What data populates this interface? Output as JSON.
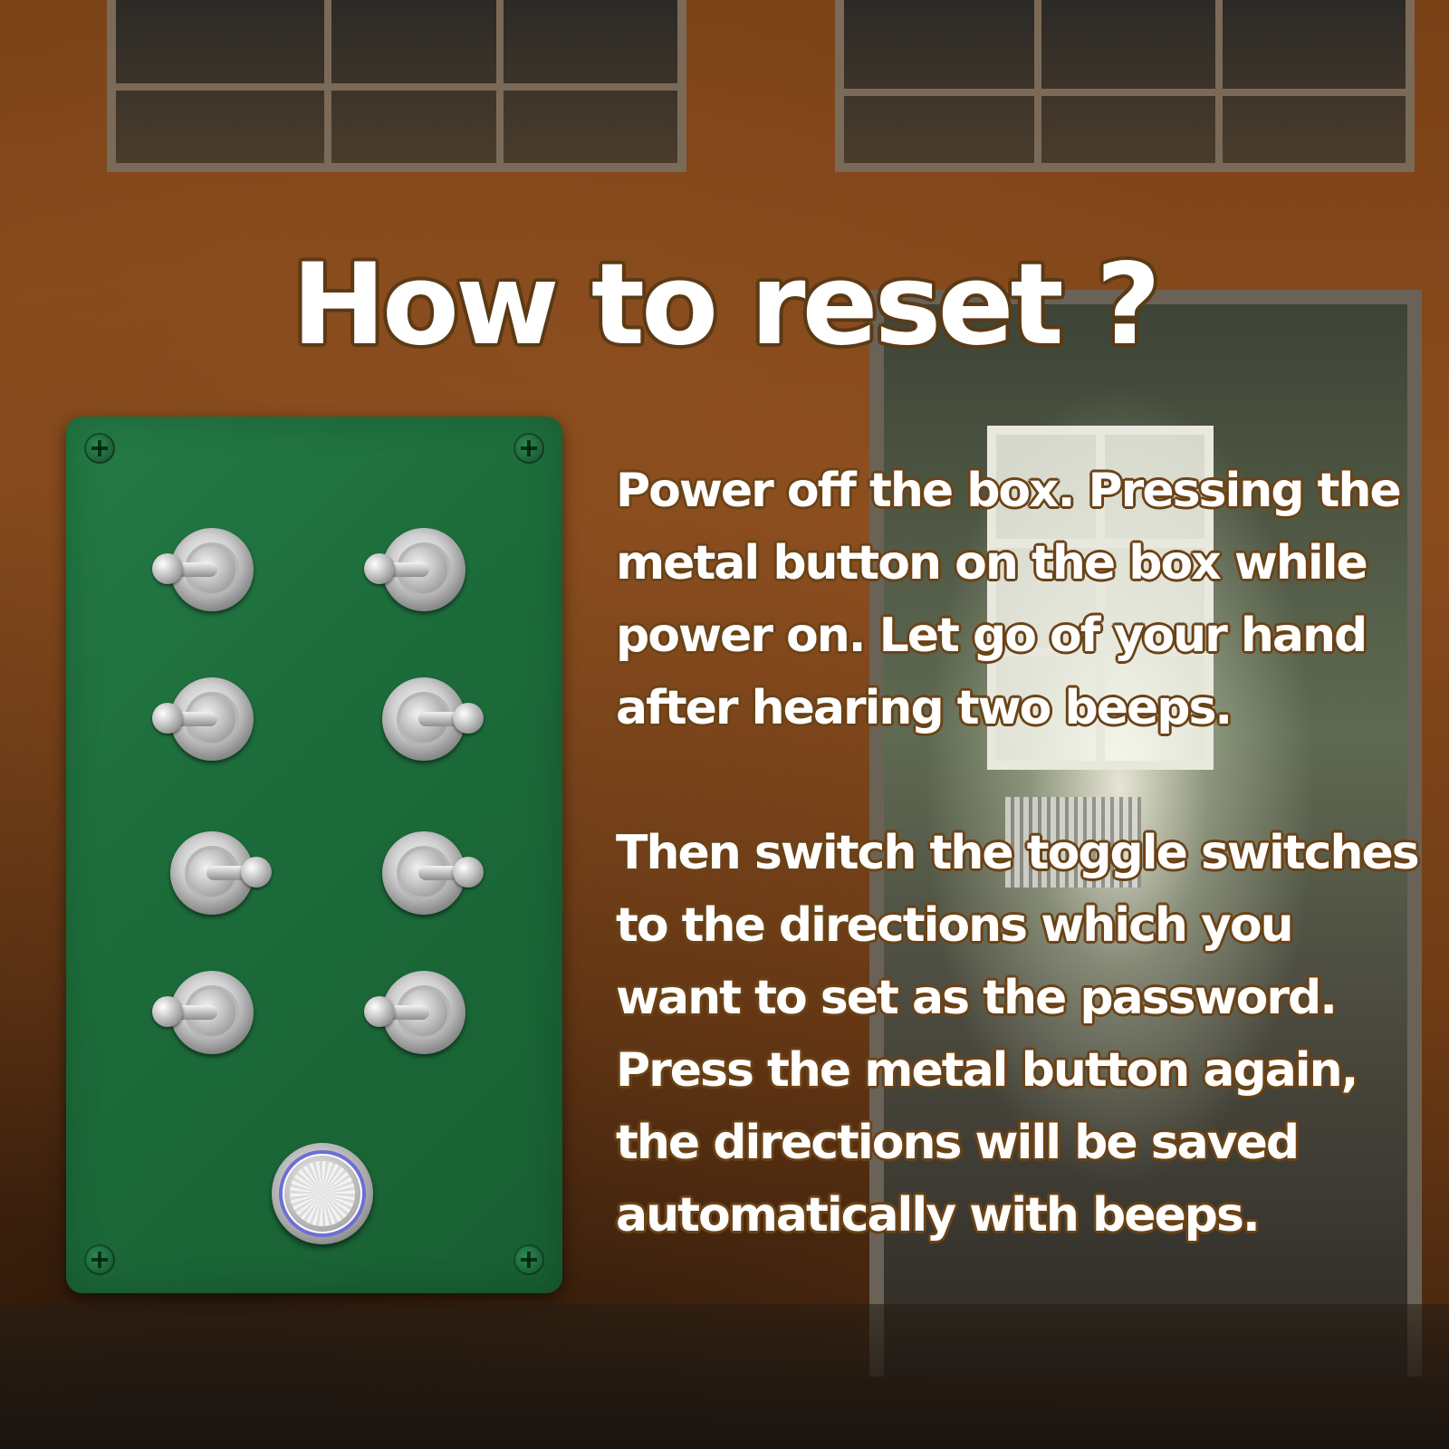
{
  "headline": "How to reset ?",
  "instructions": {
    "paragraph_1": [
      "Power off the box. Pressing the",
      "metal button on the box while",
      "power on. Let go of your hand",
      "after hearing two beeps."
    ],
    "paragraph_2": [
      "Then switch the toggle switches",
      "to the directions which you",
      "want to set as the password.",
      "Press the metal button again,",
      "the directions will be saved",
      "automatically with beeps."
    ]
  },
  "device": {
    "body_color": "#1f6f3c",
    "toggle_switches": [
      {
        "row": 1,
        "col": 1,
        "direction": "left"
      },
      {
        "row": 1,
        "col": 2,
        "direction": "left"
      },
      {
        "row": 2,
        "col": 1,
        "direction": "left"
      },
      {
        "row": 2,
        "col": 2,
        "direction": "right"
      },
      {
        "row": 3,
        "col": 1,
        "direction": "right"
      },
      {
        "row": 3,
        "col": 2,
        "direction": "right"
      },
      {
        "row": 4,
        "col": 1,
        "direction": "left"
      },
      {
        "row": 4,
        "col": 2,
        "direction": "left"
      }
    ],
    "button_ring_color": "#6b6fd6"
  },
  "text_colors": {
    "fill": "#ffffff",
    "outline": "#6b4317"
  }
}
